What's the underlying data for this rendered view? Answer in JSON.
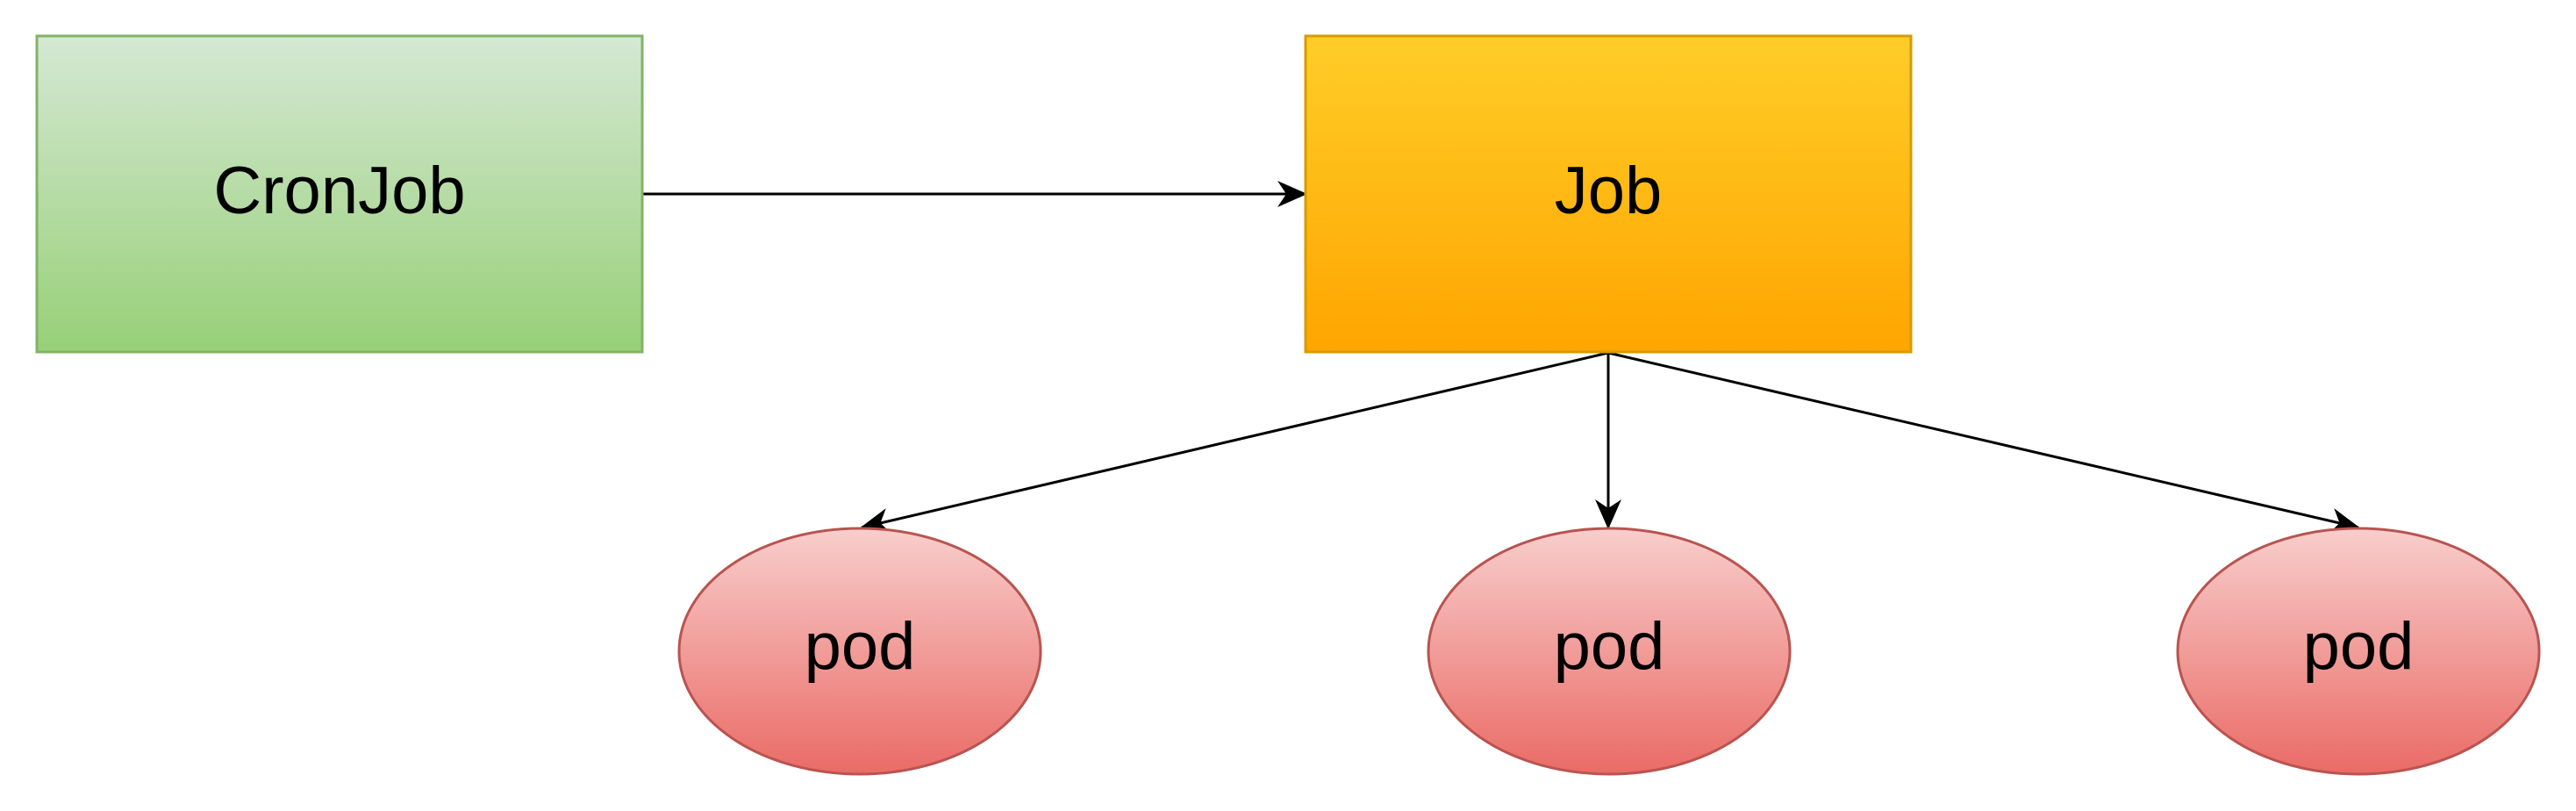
{
  "nodes": {
    "cronjob": {
      "label": "CronJob",
      "fill_top": "#d5e8d4",
      "fill_bottom": "#97d077",
      "stroke": "#82b366"
    },
    "job": {
      "label": "Job",
      "fill_top": "#ffcd28",
      "fill_bottom": "#ffa500",
      "stroke": "#d79b00"
    },
    "pods": [
      {
        "label": "pod"
      },
      {
        "label": "pod"
      },
      {
        "label": "pod"
      }
    ],
    "pod_style": {
      "fill_top": "#f8cecc",
      "fill_bottom": "#ea6b66",
      "stroke": "#b85450"
    }
  },
  "edges": [
    {
      "from": "CronJob",
      "to": "Job"
    },
    {
      "from": "Job",
      "to": "pod"
    },
    {
      "from": "Job",
      "to": "pod"
    },
    {
      "from": "Job",
      "to": "pod"
    }
  ],
  "edge_color": "#000000"
}
